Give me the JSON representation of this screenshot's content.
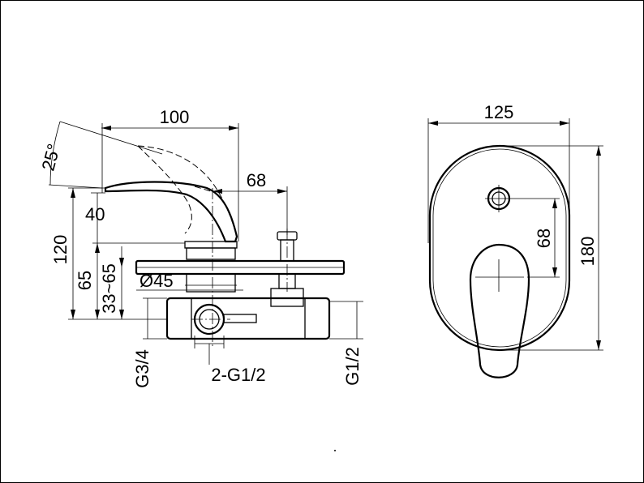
{
  "dimensions": {
    "spout_length": "100",
    "tilt_angle": "25°",
    "lever_height": "40",
    "total_height": "120",
    "handle_to_body": "68",
    "body_height": "65",
    "wall_range": "33~65",
    "diameter": "Ø45",
    "inlet_main": "G3/4",
    "inlet_pair": "2-G1/2",
    "outlet": "G1/2",
    "plate_width": "125",
    "plate_height": "180",
    "plate_offset": "68"
  }
}
